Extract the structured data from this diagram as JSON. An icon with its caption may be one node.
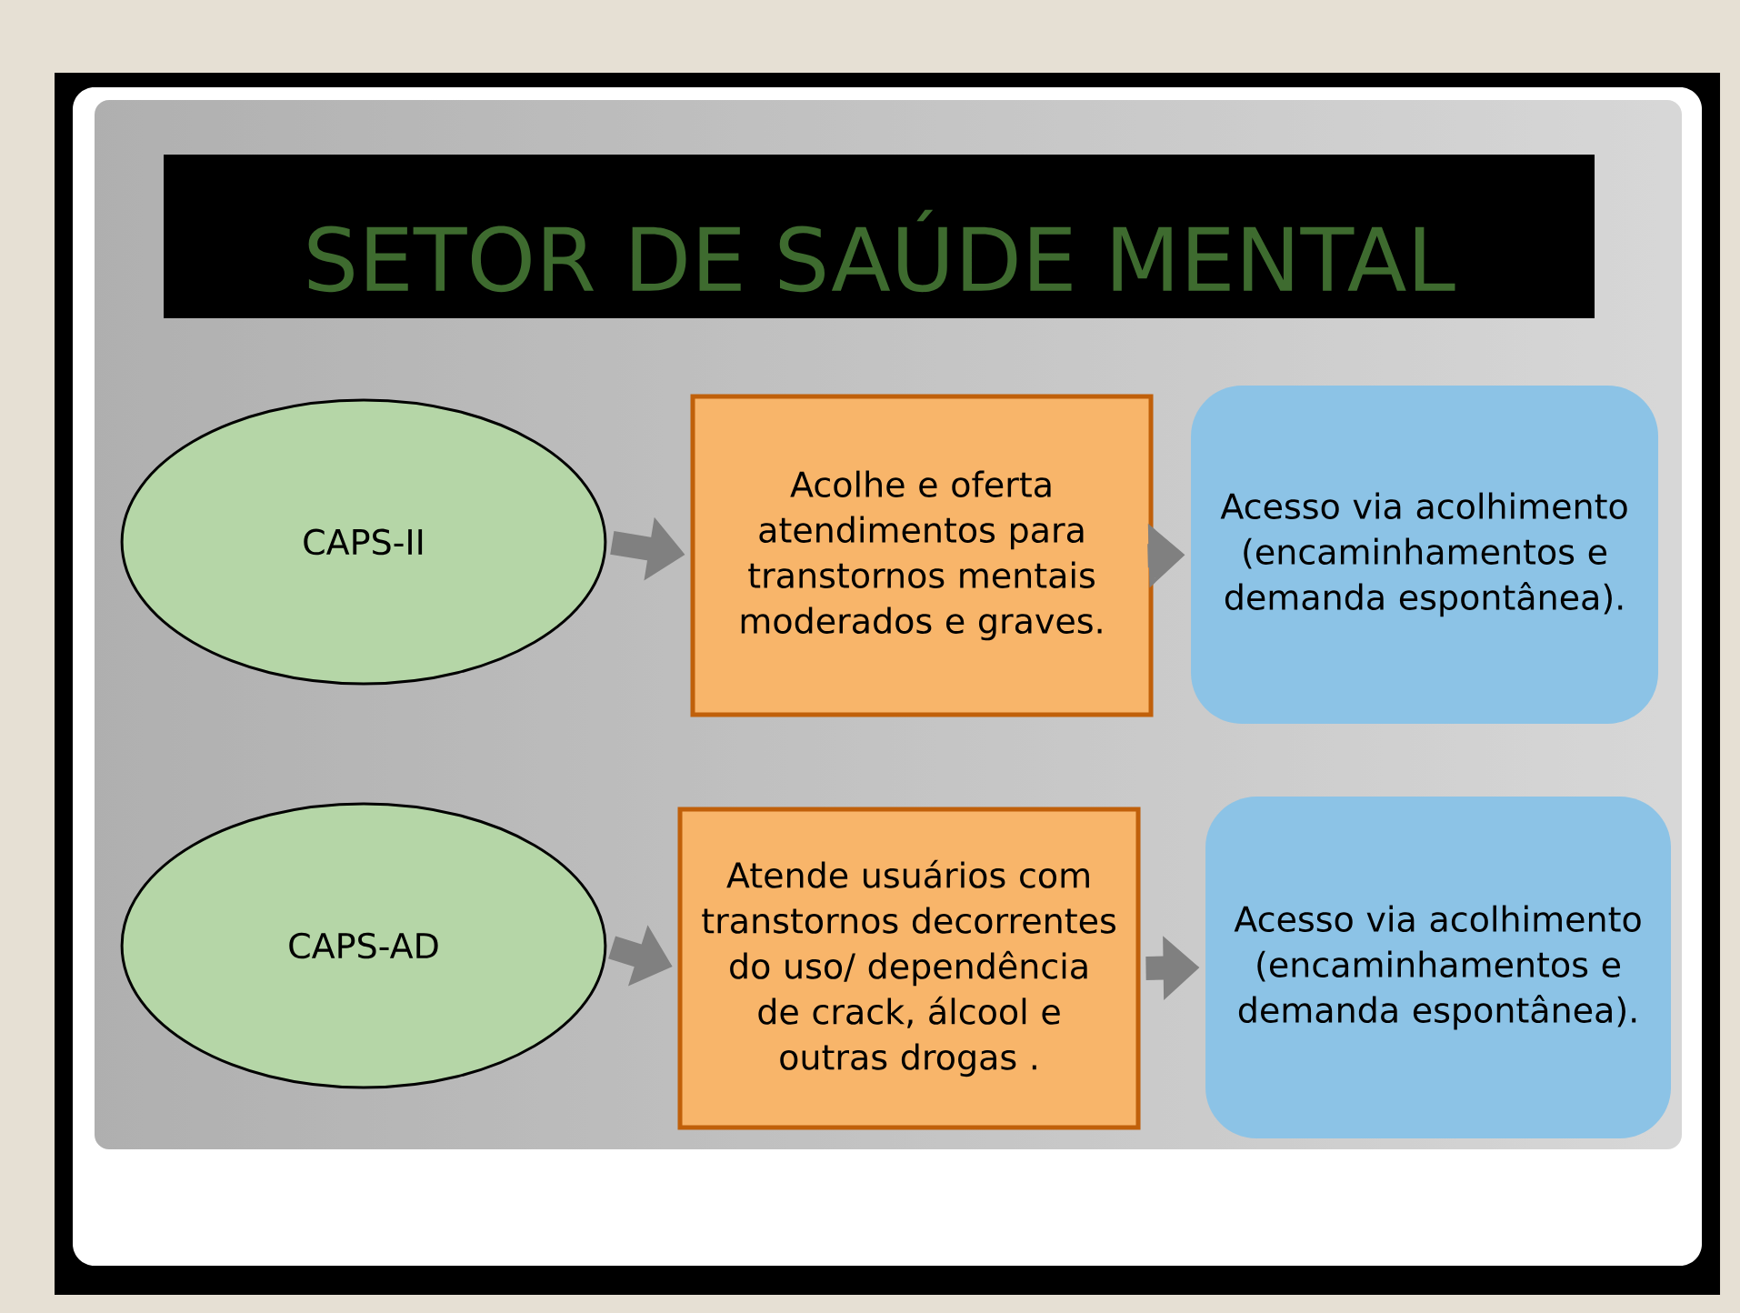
{
  "diagram": {
    "title": "SETOR DE SAÚDE MENTAL",
    "nodes": [
      {
        "text": [
          "CAPS-II"
        ]
      },
      {
        "text": [
          "Acolhe e oferta atendimentos para transtornos mentais moderados e graves."
        ]
      },
      {
        "text": [
          "Acesso via acolhimento (encaminhamentos e demanda espontânea)."
        ]
      },
      {
        "text": [
          "CAPS-AD"
        ]
      },
      {
        "text": [
          "Atende usuários com transtornos decorrentes do uso/ dependência de crack, álcool e outras drogas ."
        ]
      },
      {
        "text": [
          "Acesso via acolhimento (encaminhamentos e demanda espontânea)."
        ]
      }
    ],
    "edges": [
      {
        "from": 0,
        "to": 1,
        "arrow": "to"
      },
      {
        "from": 1,
        "to": 2,
        "arrow": "to"
      },
      {
        "from": 3,
        "to": 4,
        "arrow": "to"
      },
      {
        "from": 4,
        "to": 5,
        "arrow": "to"
      }
    ]
  }
}
